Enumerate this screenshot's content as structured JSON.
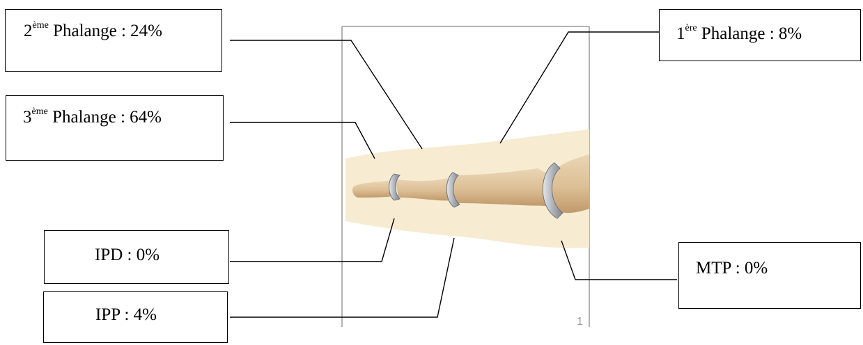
{
  "labels": {
    "phalange2": {
      "num": "2",
      "sup": "ème",
      "text": " Phalange : 24%"
    },
    "phalange3": {
      "num": "3",
      "sup": "ème",
      "text": " Phalange : 64%"
    },
    "phalange1": {
      "num": "1",
      "sup": "ère",
      "text": " Phalange : 8%"
    },
    "ipd": {
      "text": "IPD : 0%"
    },
    "ipp": {
      "text": "IPP : 4%"
    },
    "mtp": {
      "text": "MTP : 0%"
    }
  },
  "figure": {
    "page_number": "1",
    "colors": {
      "bone": "#e3c9a3",
      "bone_shade": "#c9a478",
      "skin": "#f6ebcf",
      "cartilage": "#b8bcc2"
    }
  }
}
